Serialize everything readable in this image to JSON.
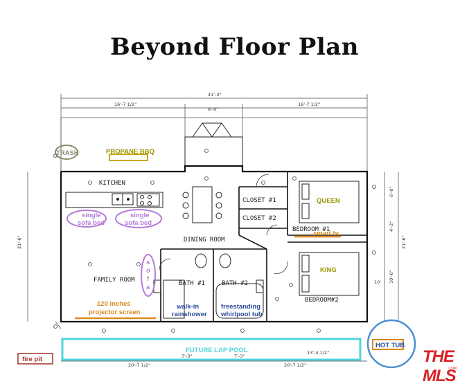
{
  "title": "Beyond Floor Plan",
  "rooms": {
    "kitchen": "KITCHEN",
    "dining": "DINING ROOM",
    "family": "FAMILY ROOM",
    "closet1": "CLOSET #1",
    "closet2": "CLOSET #2",
    "bedroom1": "BEDROOM #1",
    "bedroom2": "BEDROOM#2",
    "bath1": "BATH #1",
    "bath2": "BATH #2"
  },
  "dimensions": {
    "overall_width": "41'-3\"",
    "top_left": "16'-7 1/2\"",
    "top_mid": "8'-0\"",
    "top_right": "16'-7 1/2\"",
    "left_height": "21'-6\"",
    "right_height": "21'-6\"",
    "right_a": "6'-0\"",
    "right_b": "4'-2\"",
    "right_c": "10'-6\"",
    "bed2_dim": "10'",
    "bottom_1": "20'-7 1/2\"",
    "bottom_2": "7'-3\"",
    "bottom_3": "7'-3\"",
    "bottom_4": "20'-7 1/2\"",
    "pool_dim": "13'-4 1/2\""
  },
  "annotations": {
    "trash": "TRASH",
    "propane": "PROPANE BBQ",
    "queen": "QUEEN",
    "king": "KING",
    "smart_tv": "smart tv",
    "single_sofa_line1": "single",
    "single_sofa_line2": "sofa bed",
    "sofa": [
      "s",
      "o",
      "f",
      "a"
    ],
    "projector_line1": "120 inches",
    "projector_line2": "projector screen",
    "walkin_line1": "walk-in",
    "walkin_line2": "rainshower",
    "freestanding_line1": "freestanding",
    "freestanding_line2": "whirlpool tub",
    "future_pool": "FUTURE LAP POOL",
    "hot_tub": "HOT TUB",
    "fire_pit": "fire pit"
  },
  "logo": {
    "text": "THE MLS",
    "suffix": ".COM"
  },
  "colors": {
    "trash": "#8a8a6a",
    "propane": "#c9a800",
    "olive": "#9a9400",
    "purple": "#b57ad8",
    "blue": "#2b4b9a",
    "orange": "#d98a1e",
    "pool": "#4fd5dc",
    "hot_tub": "#4a8fcf",
    "fire_pit": "#a0322b",
    "logo": "#d8232a"
  }
}
